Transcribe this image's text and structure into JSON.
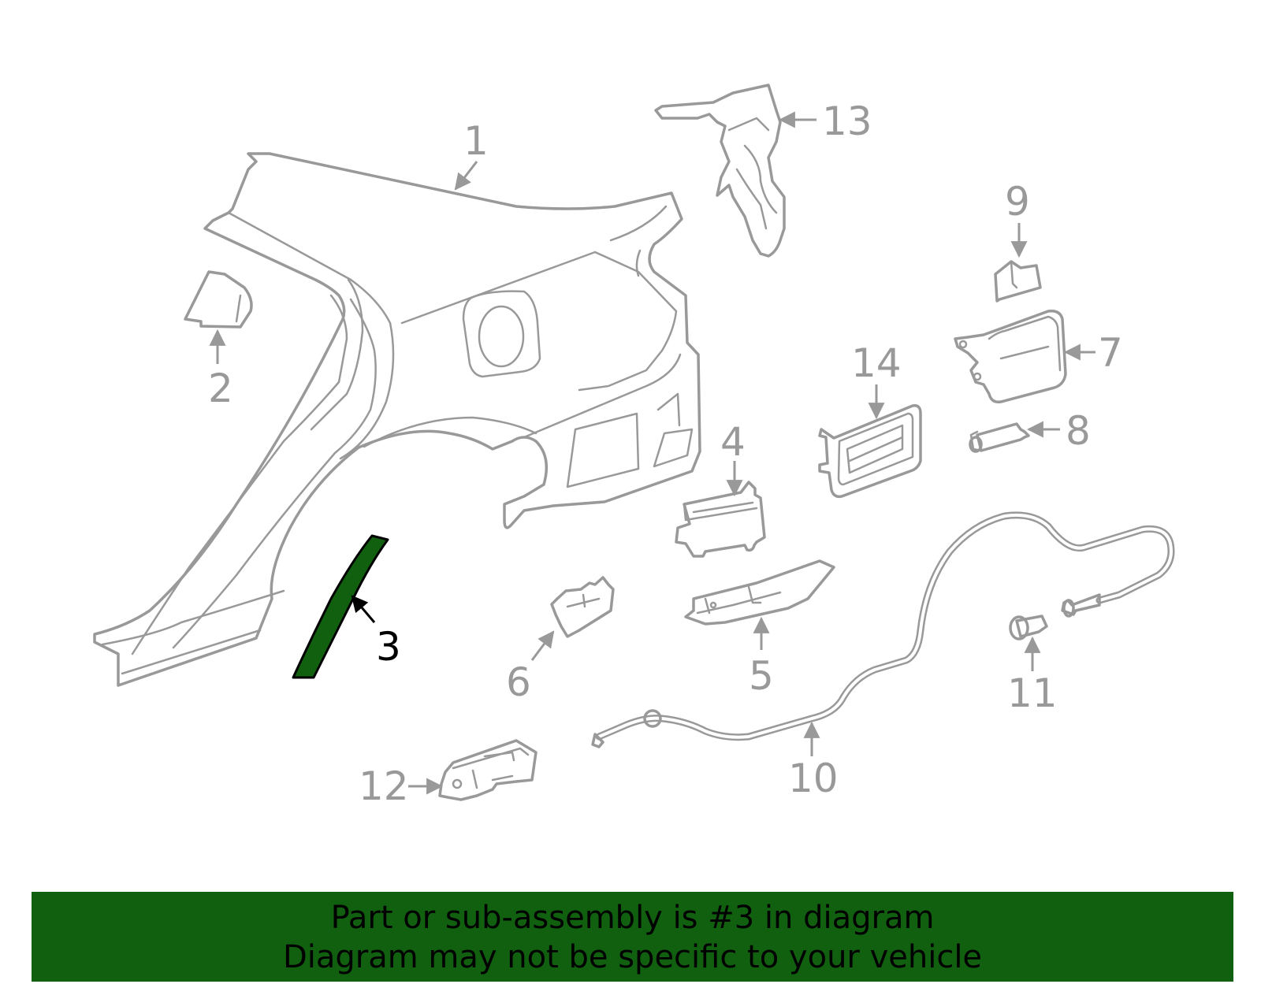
{
  "diagram": {
    "callouts": {
      "c1": "1",
      "c2": "2",
      "c3": "3",
      "c4": "4",
      "c5": "5",
      "c6": "6",
      "c7": "7",
      "c8": "8",
      "c9": "9",
      "c10": "10",
      "c11": "11",
      "c12": "12",
      "c13": "13",
      "c14": "14"
    },
    "highlighted_part": "3",
    "colors": {
      "highlight": "#106010",
      "line": "#999999",
      "banner": "#106010"
    }
  },
  "banner": {
    "line1": "Part or sub-assembly is #3 in diagram",
    "line2": "Diagram may not be specific to your vehicle"
  }
}
